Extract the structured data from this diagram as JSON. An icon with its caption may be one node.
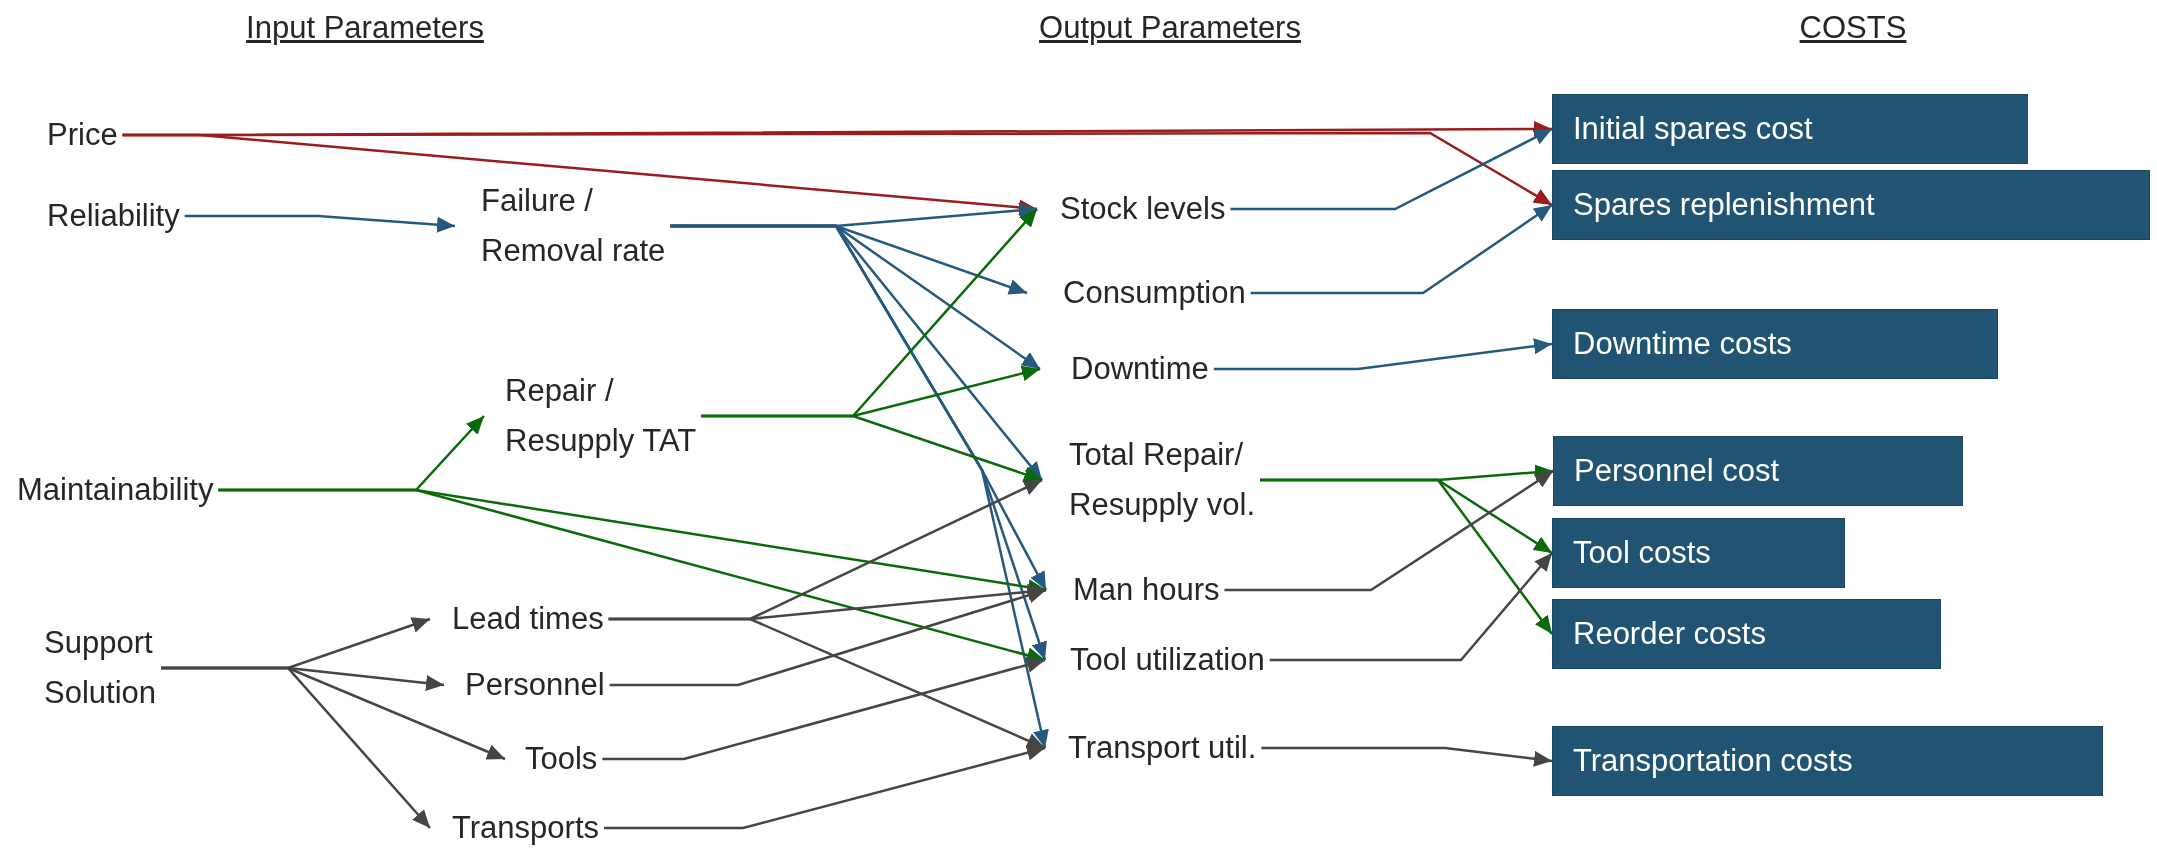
{
  "diagram": {
    "nodes": [
      {
        "text": [
          "Price"
        ]
      },
      {
        "text": [
          "Reliability"
        ]
      },
      {
        "text": [
          "Failure / Removal rate"
        ]
      },
      {
        "text": [
          "Maintainability"
        ]
      },
      {
        "text": [
          "Repair / Resupply TAT"
        ]
      },
      {
        "text": [
          "Support Solution"
        ]
      },
      {
        "text": [
          "Lead times"
        ]
      },
      {
        "text": [
          "Personnel"
        ]
      },
      {
        "text": [
          "Tools"
        ]
      },
      {
        "text": [
          "Transports"
        ]
      },
      {
        "text": [
          "Stock levels"
        ]
      },
      {
        "text": [
          "Consumption"
        ]
      },
      {
        "text": [
          "Downtime"
        ]
      },
      {
        "text": [
          "Total Repair/ Resupply vol."
        ]
      },
      {
        "text": [
          "Man hours"
        ]
      },
      {
        "text": [
          "Tool utilization"
        ]
      },
      {
        "text": [
          "Transport util."
        ]
      },
      {
        "text": [
          "Initial spares cost"
        ]
      },
      {
        "text": [
          "Spares replenishment"
        ]
      },
      {
        "text": [
          "Downtime costs"
        ]
      },
      {
        "text": [
          "Personnel cost"
        ]
      },
      {
        "text": [
          "Tool costs"
        ]
      },
      {
        "text": [
          "Reorder costs"
        ]
      },
      {
        "text": [
          "Transportation costs"
        ]
      }
    ],
    "edges": [
      {
        "from": 0,
        "to": 17,
        "arrow": "to",
        "color": "#9b1c1c"
      },
      {
        "from": 0,
        "to": 10,
        "arrow": "to",
        "color": "#9b1c1c"
      },
      {
        "from": 0,
        "to": 18,
        "arrow": "to",
        "color": "#9b1c1c"
      },
      {
        "from": 1,
        "to": 2,
        "arrow": "to",
        "color": "#255a7e"
      },
      {
        "from": 2,
        "to": 10,
        "arrow": "to",
        "color": "#255a7e"
      },
      {
        "from": 2,
        "to": 11,
        "arrow": "to",
        "color": "#255a7e"
      },
      {
        "from": 2,
        "to": 12,
        "arrow": "to",
        "color": "#255a7e"
      },
      {
        "from": 2,
        "to": 13,
        "arrow": "to",
        "color": "#255a7e"
      },
      {
        "from": 2,
        "to": 14,
        "arrow": "to",
        "color": "#255a7e"
      },
      {
        "from": 2,
        "to": 15,
        "arrow": "to",
        "color": "#255a7e"
      },
      {
        "from": 2,
        "to": 16,
        "arrow": "to",
        "color": "#255a7e"
      },
      {
        "from": 3,
        "to": 4,
        "arrow": "to",
        "color": "#0a6a0a"
      },
      {
        "from": 3,
        "to": 14,
        "arrow": "to",
        "color": "#0a6a0a"
      },
      {
        "from": 3,
        "to": 15,
        "arrow": "to",
        "color": "#0a6a0a"
      },
      {
        "from": 4,
        "to": 10,
        "arrow": "to",
        "color": "#0a6a0a"
      },
      {
        "from": 4,
        "to": 12,
        "arrow": "to",
        "color": "#0a6a0a"
      },
      {
        "from": 4,
        "to": 13,
        "arrow": "to",
        "color": "#0a6a0a"
      },
      {
        "from": 5,
        "to": 6,
        "arrow": "to"
      },
      {
        "from": 5,
        "to": 7,
        "arrow": "to"
      },
      {
        "from": 5,
        "to": 8,
        "arrow": "to"
      },
      {
        "from": 5,
        "to": 9,
        "arrow": "to"
      },
      {
        "from": 6,
        "to": 13,
        "arrow": "to"
      },
      {
        "from": 6,
        "to": 14,
        "arrow": "to"
      },
      {
        "from": 6,
        "to": 16,
        "arrow": "to"
      },
      {
        "from": 7,
        "to": 14,
        "arrow": "to"
      },
      {
        "from": 8,
        "to": 15,
        "arrow": "to"
      },
      {
        "from": 9,
        "to": 16,
        "arrow": "to"
      },
      {
        "from": 10,
        "to": 17,
        "arrow": "to",
        "color": "#255a7e"
      },
      {
        "from": 11,
        "to": 18,
        "arrow": "to",
        "color": "#255a7e"
      },
      {
        "from": 12,
        "to": 19,
        "arrow": "to",
        "color": "#255a7e"
      },
      {
        "from": 13,
        "to": 20,
        "arrow": "to",
        "color": "#0a6a0a"
      },
      {
        "from": 13,
        "to": 21,
        "arrow": "to",
        "color": "#0a6a0a"
      },
      {
        "from": 13,
        "to": 22,
        "arrow": "to",
        "color": "#0a6a0a"
      },
      {
        "from": 14,
        "to": 20,
        "arrow": "to"
      },
      {
        "from": 15,
        "to": 21,
        "arrow": "to"
      },
      {
        "from": 16,
        "to": 23,
        "arrow": "to"
      }
    ],
    "labels": [
      "Input Parameters",
      "Output Parameters",
      "COSTS"
    ]
  }
}
